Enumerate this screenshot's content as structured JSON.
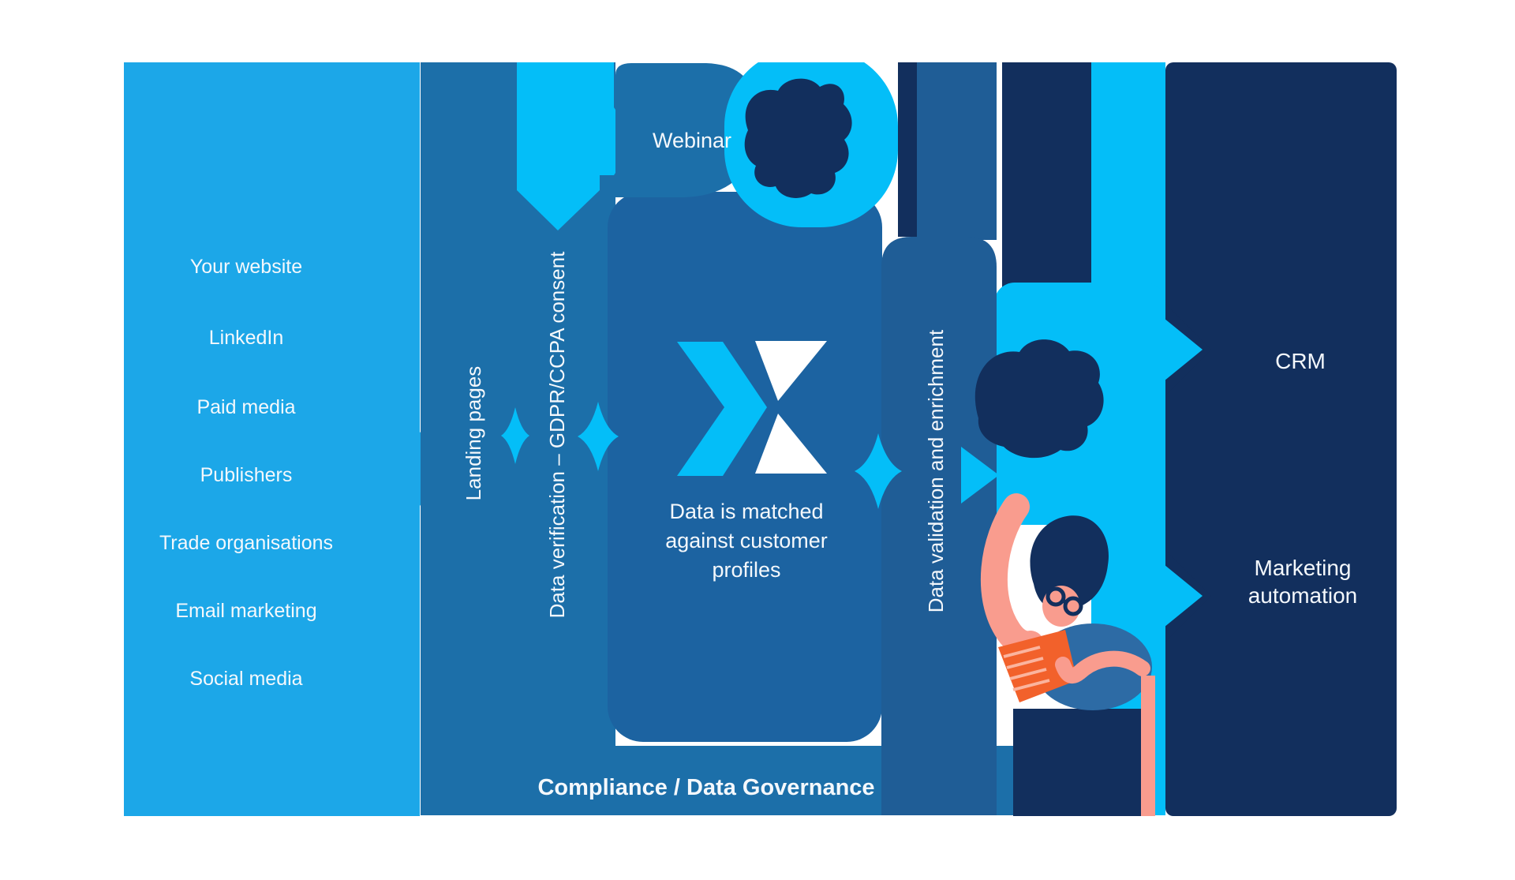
{
  "sources": {
    "items": [
      "Your website",
      "LinkedIn",
      "Paid media",
      "Publishers",
      "Trade organisations",
      "Email marketing",
      "Social media"
    ]
  },
  "channels": {
    "webinar_label": "Webinar"
  },
  "pipeline": {
    "landing_pages_label": "Landing pages",
    "verification_label": "Data verification – GDPR/CCPA consent",
    "matching_label": "Data is matched against customer profiles",
    "validation_label": "Data validation and enrichment"
  },
  "destinations": {
    "crm_label": "CRM",
    "marketing_automation_label": "Marketing automation"
  },
  "governance": {
    "compliance_label": "Compliance / Data Governance"
  },
  "palette": {
    "sky_blue": "#1CA7E8",
    "bright_cyan": "#04BEF8",
    "band_blue": "#1C6FA9",
    "panel_blue": "#1C63A1",
    "column_blue": "#1F5D96",
    "navy": "#122F5D",
    "salmon": "#F99C8E",
    "orange": "#F2612B",
    "shirt_blue": "#2D6BA5",
    "text_white": "#F4F8FC"
  }
}
